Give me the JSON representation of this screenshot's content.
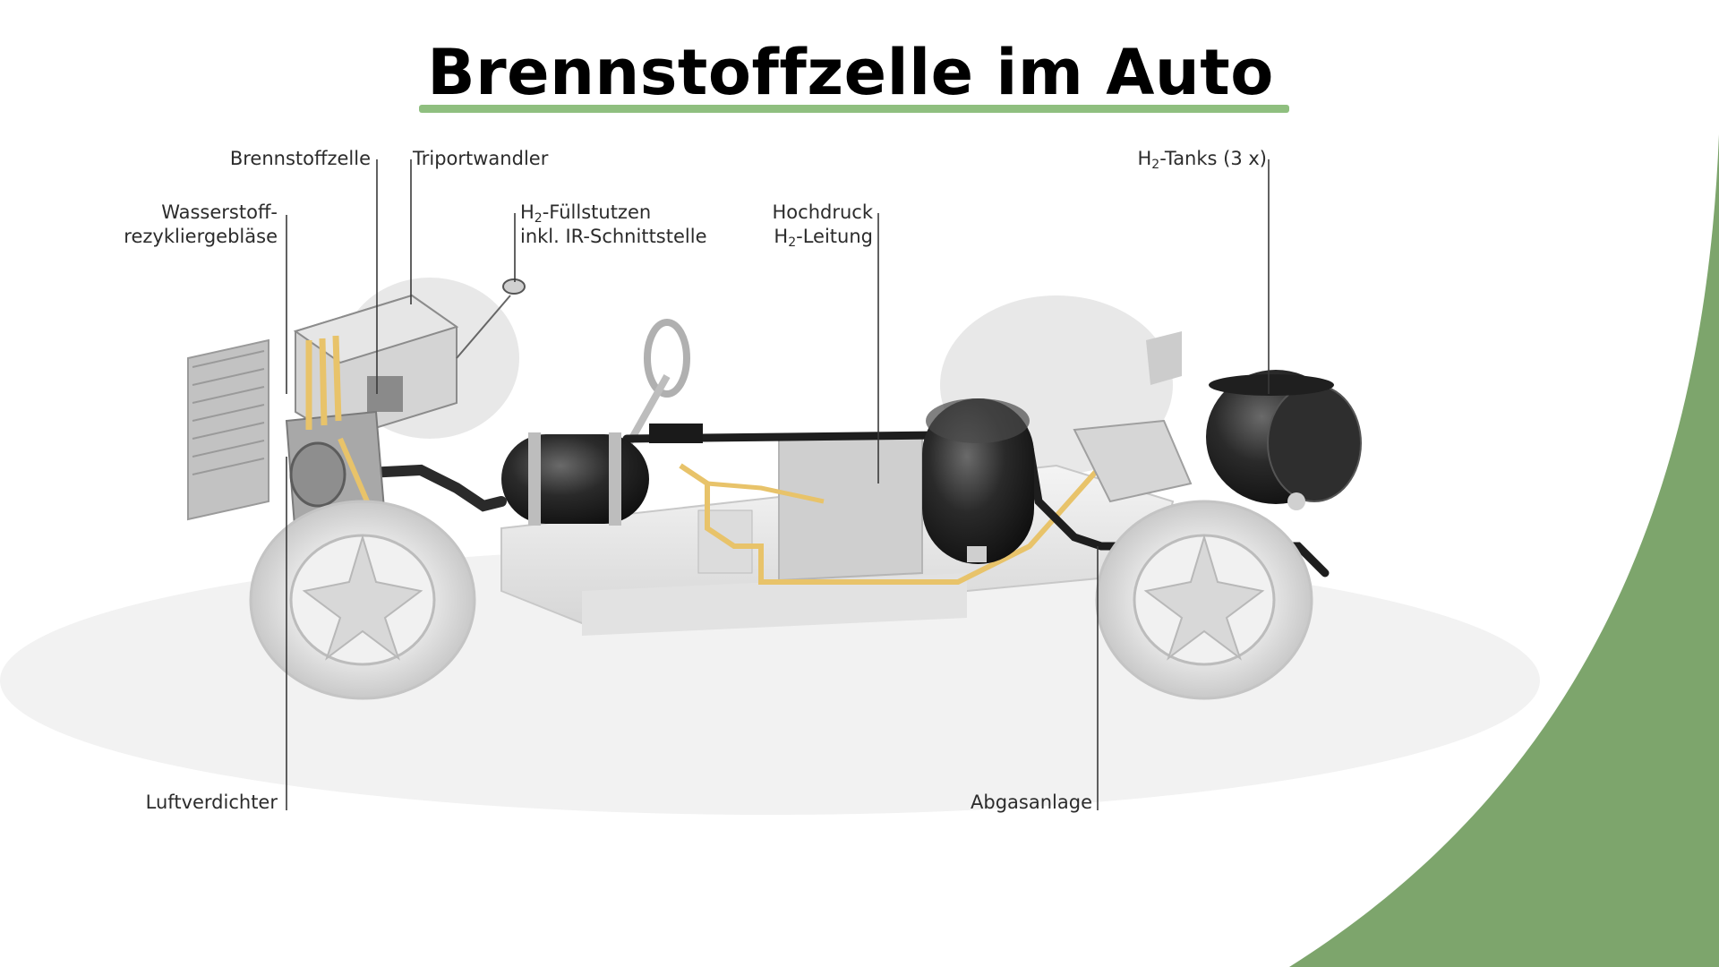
{
  "slide": {
    "title": "Brennstoffzelle im Auto",
    "accent_color": "#7da56c",
    "rule_color": "#8fbf7f"
  },
  "labels": {
    "brennstoffzelle": "Brennstoffzelle",
    "triportwandler": "Triportwandler",
    "wasserstoff_line1": "Wasserstoff-",
    "wasserstoff_line2": "rezykliergebläse",
    "fuellstutzen_pre": "H",
    "fuellstutzen_sub": "2",
    "fuellstutzen_post": "-Füllstutzen",
    "fuellstutzen_line2": "inkl. IR-Schnittstelle",
    "hochdruck_line1": "Hochdruck",
    "hochdruck_pre": "H",
    "hochdruck_sub": "2",
    "hochdruck_post": "-Leitung",
    "tanks_pre": "H",
    "tanks_sub": "2",
    "tanks_post": "-Tanks (3 x)",
    "luftverdichter": "Luftverdichter",
    "abgasanlage": "Abgasanlage"
  }
}
